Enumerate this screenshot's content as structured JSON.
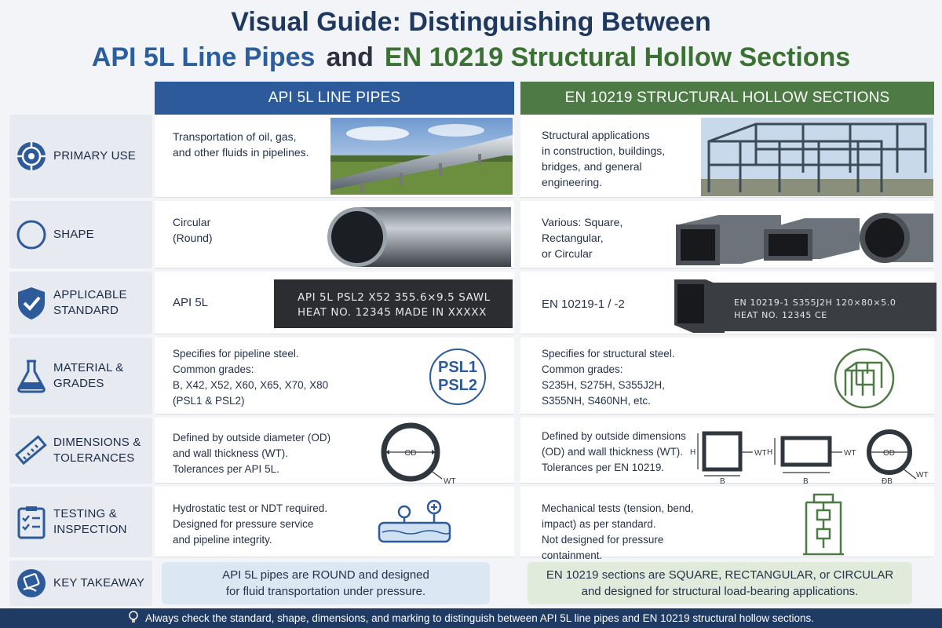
{
  "title": {
    "line1": "Visual Guide: Distinguishing Between",
    "api": "API 5L Line Pipes",
    "and": "and",
    "en": "EN 10219 Structural Hollow Sections"
  },
  "columns": {
    "api": "API 5L LINE PIPES",
    "en": "EN 10219 STRUCTURAL HOLLOW SECTIONS"
  },
  "rows": {
    "use": {
      "label_1": "PRIMARY USE",
      "label_2": "",
      "api_text": [
        "Transportation of oil, gas,",
        "and other fluids in pipelines."
      ],
      "en_text": [
        "Structural applications",
        "in construction, buildings,",
        "bridges, and general",
        "engineering."
      ]
    },
    "shape": {
      "label_1": "SHAPE",
      "label_2": "",
      "api_text": [
        "Circular",
        "(Round)"
      ],
      "en_text": [
        "Various: Square,",
        "Rectangular,",
        "or Circular"
      ]
    },
    "standard": {
      "label_1": "APPLICABLE",
      "label_2": "STANDARD",
      "api_text": [
        "API 5L"
      ],
      "api_marking": [
        "API 5L   PSL2   X52   355.6×9.5   SAWL",
        "HEAT NO. 12345   MADE IN XXXXX"
      ],
      "en_text": [
        "EN 10219-1 / -2"
      ],
      "en_marking": [
        "EN 10219-1  S355J2H  120×80×5.0",
        "HEAT NO. 12345  CE"
      ]
    },
    "material": {
      "label_1": "MATERIAL &",
      "label_2": "GRADES",
      "api_text": [
        "Specifies for pipeline steel.",
        "Common grades:",
        "B, X42, X52, X60, X65, X70, X80",
        "(PSL1 & PSL2)"
      ],
      "badge_1": "PSL1",
      "badge_2": "PSL2",
      "en_text": [
        "Specifies for structural steel.",
        "Common grades:",
        "S235H, S275H, S355J2H,",
        "S355NH, S460NH, etc."
      ]
    },
    "dimensions": {
      "label_1": "DIMENSIONS &",
      "label_2": "TOLERANCES",
      "api_text": [
        "Defined by outside diameter (OD)",
        "and wall thickness (WT).",
        "Tolerances per API 5L."
      ],
      "en_text": [
        "Defined by outside dimensions",
        "(OD) and wall thickness (WT).",
        "Tolerances per EN 10219."
      ],
      "od": "OD",
      "wt": "WT",
      "h": "H",
      "b": "B",
      "b2": "B",
      "od2": "OD",
      "wt2": "WT",
      "wt3": "WT",
      "od_bottom": "ÐB"
    },
    "testing": {
      "label_1": "TESTING &",
      "label_2": "INSPECTION",
      "api_text": [
        "Hydrostatic test or NDT required.",
        "Designed for pressure service",
        "and pipeline integrity."
      ],
      "en_text": [
        "Mechanical tests (tension, bend,",
        "impact) as per standard.",
        "Not designed for pressure",
        "containment."
      ]
    },
    "takeaway": {
      "label_1": "KEY TAKEAWAY",
      "label_2": "",
      "api_text": [
        "API 5L pipes are ROUND and designed",
        "for fluid transportation under pressure."
      ],
      "en_text": [
        "EN 10219 sections are SQUARE, RECTANGULAR, or CIRCULAR",
        "and designed for structural load-bearing applications."
      ]
    }
  },
  "footer": "Always check the standard, shape, dimensions, and marking to distinguish between API 5L line pipes and EN 10219 structural hollow sections.",
  "icons": [
    "target-icon",
    "circle-icon",
    "shield-check-icon",
    "flask-icon",
    "ruler-icon",
    "checklist-icon",
    "hand-card-icon",
    "lightbulb-icon"
  ],
  "colors": {
    "api_blue": "#2c5a9a",
    "en_green": "#4d7a45",
    "title_navy": "#1f3860",
    "footer": "#1f3a63"
  }
}
